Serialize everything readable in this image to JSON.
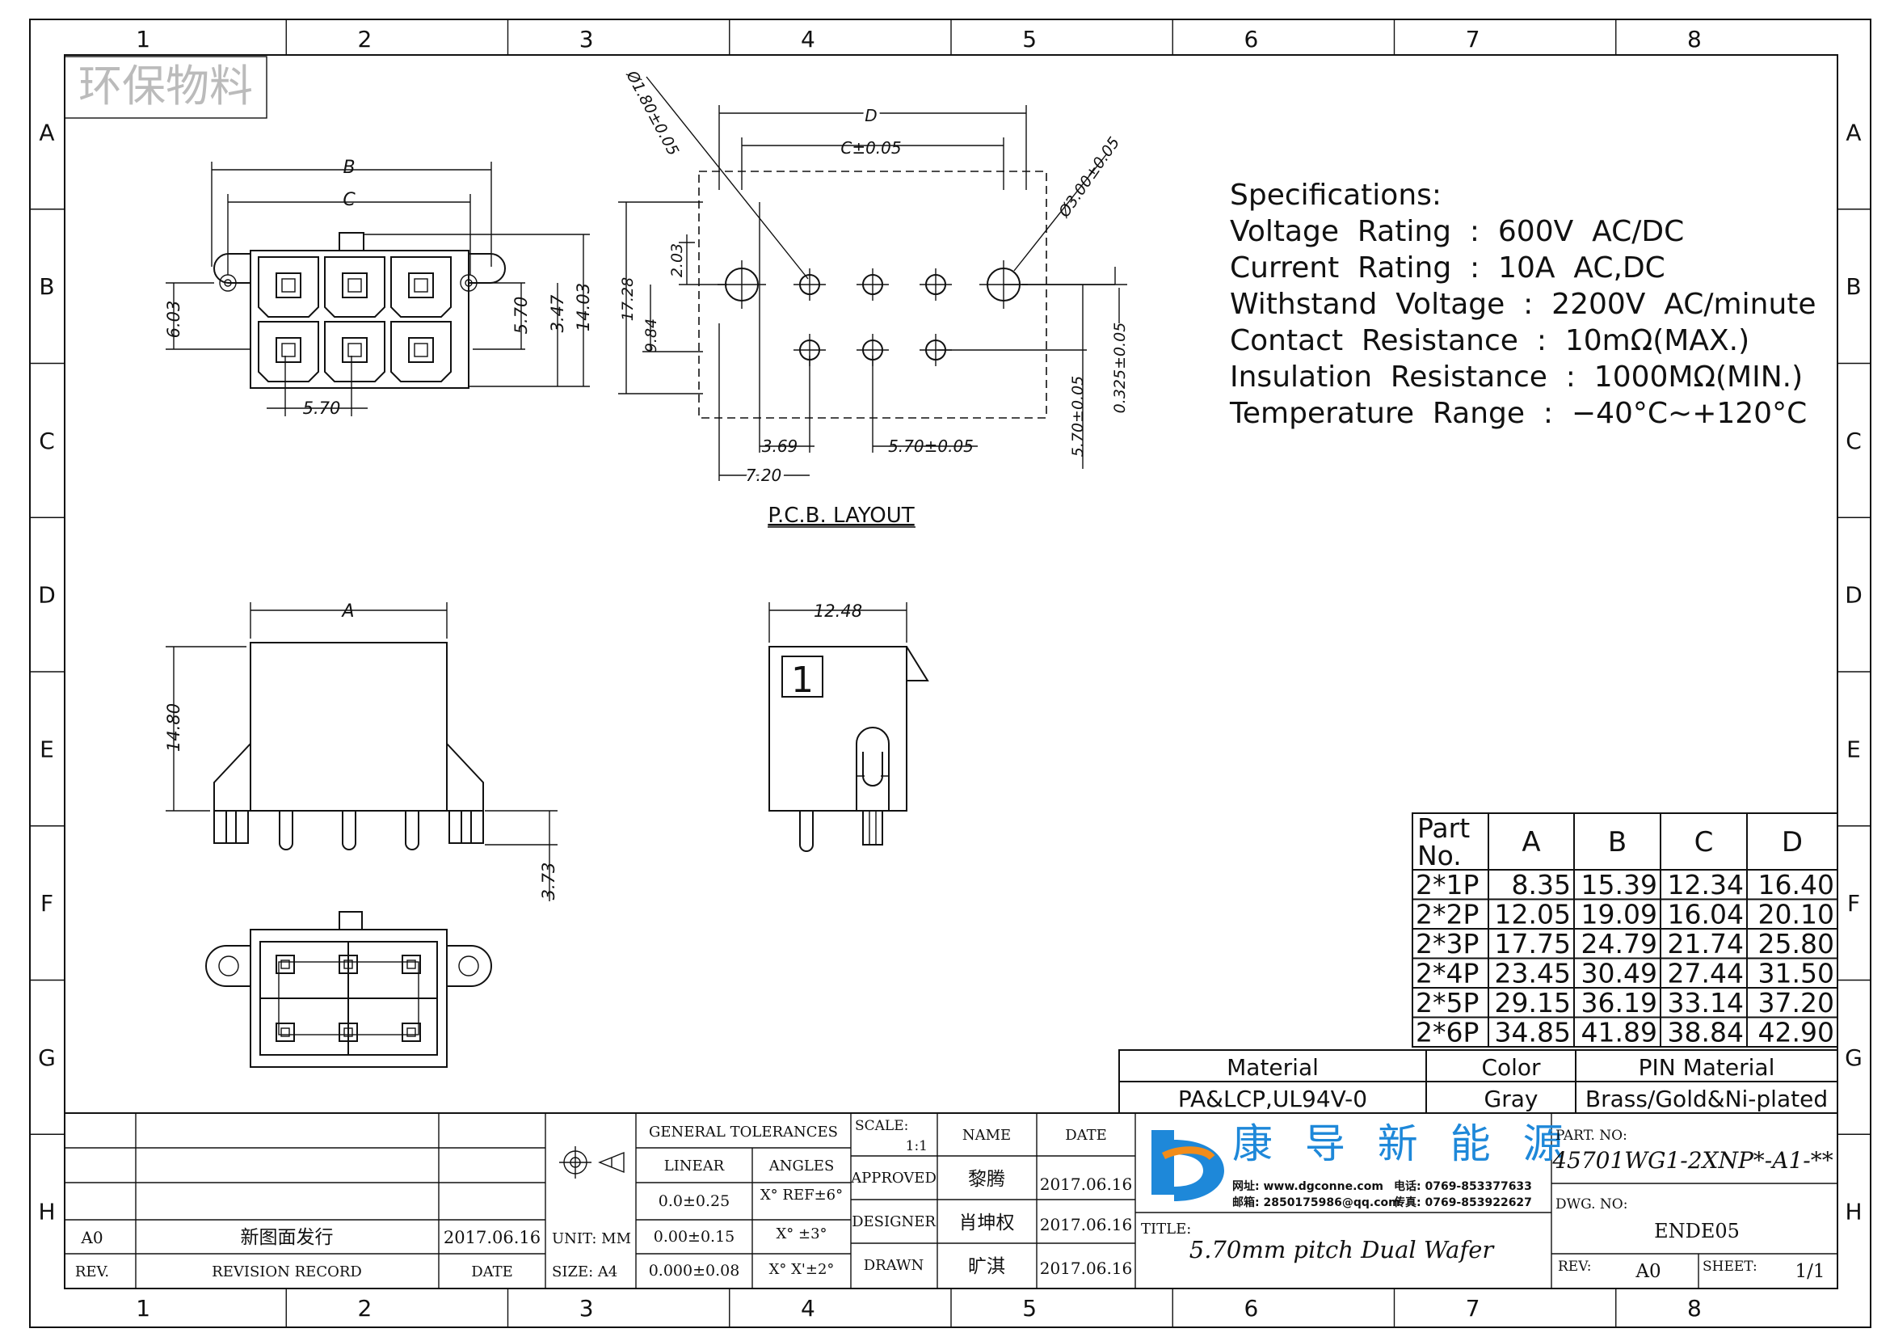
{
  "frame": {
    "columns": [
      "1",
      "2",
      "3",
      "4",
      "5",
      "6",
      "7",
      "8"
    ],
    "rows": [
      "A",
      "B",
      "C",
      "D",
      "E",
      "F",
      "G",
      "H"
    ]
  },
  "watermark": "环保物料",
  "front_view": {
    "dims": {
      "B": "B",
      "C": "C",
      "pitch": "5.70",
      "h1": "6.03",
      "h2": "5.70",
      "h3": "3.47",
      "h4": "14.03"
    }
  },
  "pcb": {
    "dims": {
      "dia1": "Ø1.80±0.05",
      "D": "D",
      "C": "C±0.05",
      "dia2": "Ø3.00±0.05",
      "v1": "2.03",
      "v2": "17.28",
      "v3": "9.84",
      "v4": "5.70±0.05",
      "v5": "0.325±0.05",
      "h1": "3.69",
      "h2": "5.70±0.05",
      "h3": "7.20"
    },
    "title": "P.C.B. LAYOUT"
  },
  "side_view": {
    "dims": {
      "A": "A",
      "height": "14.80",
      "tail": "3.73"
    }
  },
  "end_view": {
    "dims": {
      "width": "12.48",
      "pin1": "1"
    }
  },
  "specs": {
    "heading": "Specifications:",
    "lines": [
      "Voltage  Rating  :  600V  AC/DC",
      "Current  Rating  :  10A  AC,DC",
      "Withstand  Voltage  :  2200V  AC/minute",
      "Contact  Resistance  :  10mΩ(MAX.)",
      "Insulation  Resistance  :  1000MΩ(MIN.)",
      "Temperature  Range  :  −40°C~+120°C"
    ]
  },
  "dim_table": {
    "headers": [
      "Part No.",
      "A",
      "B",
      "C",
      "D"
    ],
    "rows": [
      [
        "2*1P",
        "8.35",
        "15.39",
        "12.34",
        "16.40"
      ],
      [
        "2*2P",
        "12.05",
        "19.09",
        "16.04",
        "20.10"
      ],
      [
        "2*3P",
        "17.75",
        "24.79",
        "21.74",
        "25.80"
      ],
      [
        "2*4P",
        "23.45",
        "30.49",
        "27.44",
        "31.50"
      ],
      [
        "2*5P",
        "29.15",
        "36.19",
        "33.14",
        "37.20"
      ],
      [
        "2*6P",
        "34.85",
        "41.89",
        "38.84",
        "42.90"
      ]
    ]
  },
  "material": {
    "headers": [
      "Material",
      "Color",
      "PIN Material"
    ],
    "values": [
      "PA&LCP,UL94V-0",
      "Gray",
      "Brass/Gold&Ni-plated"
    ]
  },
  "title_block": {
    "revision": {
      "rev": "A0",
      "record": "新图面发行",
      "date": "2017.06.16",
      "col_rev": "REV.",
      "col_record": "REVISION RECORD",
      "col_date": "DATE"
    },
    "unit": "UNIT: MM",
    "size": "SIZE: A4",
    "tolerances": {
      "title": "GENERAL TOLERANCES",
      "linear": "LINEAR",
      "angles": "ANGLES",
      "l1": "0.0±0.25",
      "l2": "0.00±0.15",
      "l3": "0.000±0.08",
      "a1": "X° REF±6°",
      "a2": "X° ±3°",
      "a3": "X° X'±2°"
    },
    "scale_label": "SCALE:",
    "scale": "1:1",
    "name_h": "NAME",
    "date_h": "DATE",
    "approved": "APPROVED",
    "approved_name": "黎腾",
    "approved_date": "2017.06.16",
    "designer": "DESIGNER",
    "designer_name": "肖坤权",
    "designer_date": "2017.06.16",
    "drawn": "DRAWN",
    "drawn_name": "旷淇",
    "drawn_date": "2017.06.16",
    "company": "康 导 新 能 源",
    "web": "网址: www.dgconne.com",
    "tel": "电话: 0769-853377633",
    "mail": "邮箱: 2850175986@qq.com",
    "fax": "传真: 0769-853922627",
    "title_label": "TITLE:",
    "title": "5.70mm pitch Dual Wafer",
    "part_label": "PART. NO:",
    "part_no": "45701WG1-2XNP*-A1-**",
    "dwg_label": "DWG. NO:",
    "dwg_no": "ENDE05",
    "rev_label": "REV:",
    "rev": "A0",
    "sheet_label": "SHEET:",
    "sheet": "1/1"
  }
}
